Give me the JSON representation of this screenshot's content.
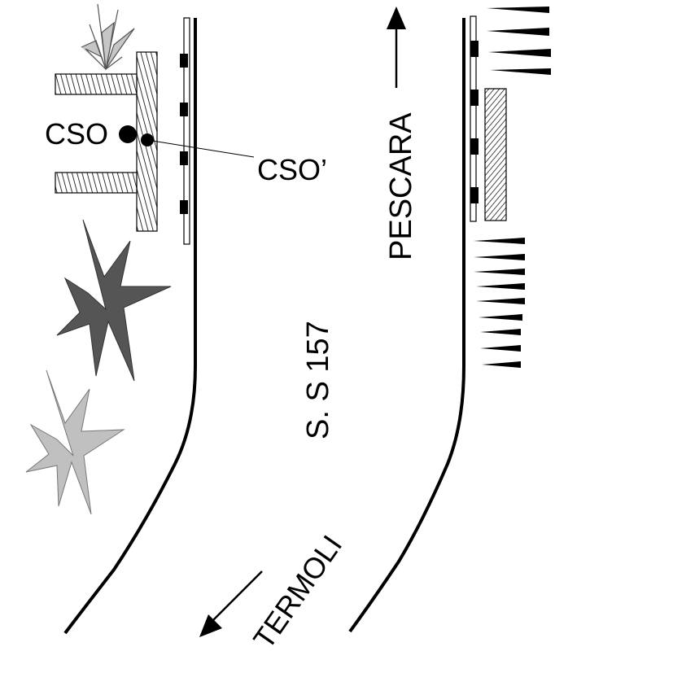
{
  "labels": {
    "cso": "CSO",
    "cso_prime": "CSO’",
    "road": "S. S 157",
    "north_direction": "PESCARA",
    "south_direction": "TERMOLI"
  },
  "colors": {
    "line": "#000000",
    "plant_dark": "#555555",
    "plant_light": "#c0c0c0",
    "plant_mid": "#a8a8a8",
    "background": "#ffffff"
  }
}
